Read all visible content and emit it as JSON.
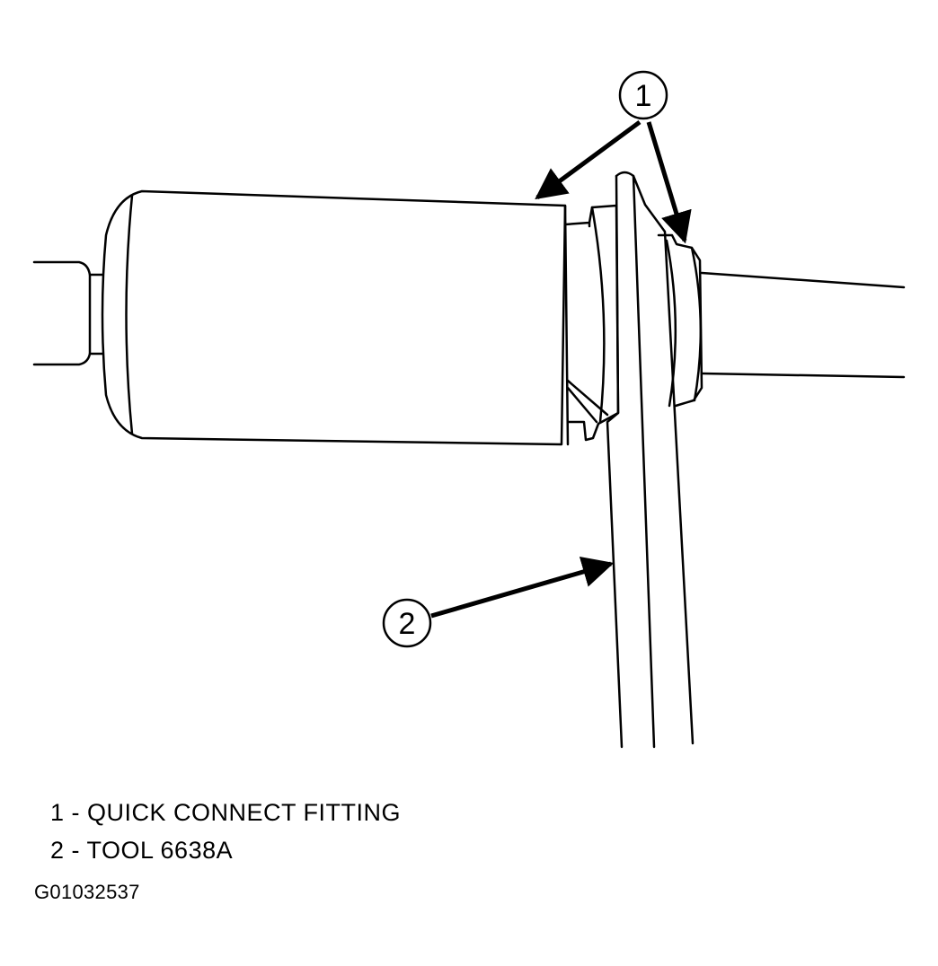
{
  "callouts": [
    {
      "number": "1"
    },
    {
      "number": "2"
    }
  ],
  "legend": [
    {
      "number": "1",
      "text": "1 - QUICK CONNECT FITTING"
    },
    {
      "number": "2",
      "text": "2 - TOOL 6638A"
    }
  ],
  "figure_id": "G01032537",
  "colors": {
    "line": "#000000",
    "background": "#ffffff"
  }
}
